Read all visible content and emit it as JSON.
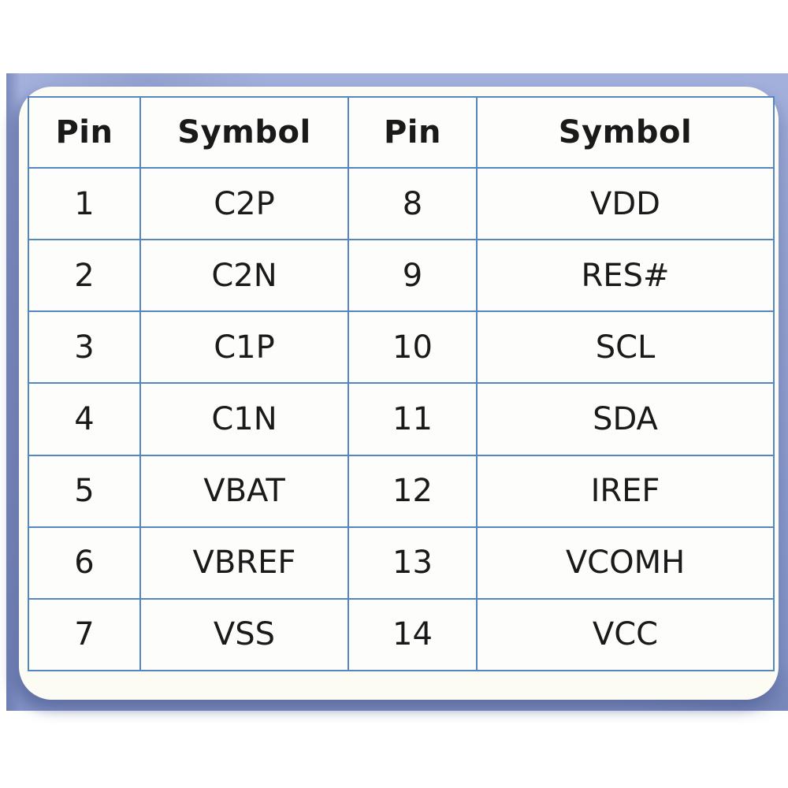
{
  "table": {
    "headers": [
      "Pin",
      "Symbol",
      "Pin",
      "Symbol"
    ],
    "rows": [
      [
        "1",
        "C2P",
        "8",
        "VDD"
      ],
      [
        "2",
        "C2N",
        "9",
        "RES#"
      ],
      [
        "3",
        "C1P",
        "10",
        "SCL"
      ],
      [
        "4",
        "C1N",
        "11",
        "SDA"
      ],
      [
        "5",
        "VBAT",
        "12",
        "IREF"
      ],
      [
        "6",
        "VBREF",
        "13",
        "VCOMH"
      ],
      [
        "7",
        "VSS",
        "14",
        "VCC"
      ]
    ]
  },
  "colors": {
    "grid_border": "#5586c1",
    "background_blue": "#93a2d1",
    "card_white": "#fdfcf4",
    "text": "#1a1a1a"
  }
}
